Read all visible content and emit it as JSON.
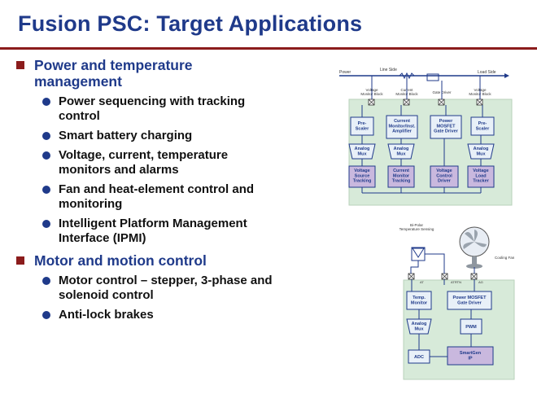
{
  "title": "Fusion PSC:  Target Applications",
  "bullets": [
    {
      "text": "Power and temperature management",
      "sub": [
        "Power sequencing with tracking control",
        "Smart battery charging",
        "Voltage, current, temperature monitors and alarms",
        "Fan and heat-element control and monitoring",
        "Intelligent Platform Management Interface (IPMI)"
      ]
    },
    {
      "text": "Motor and motion control",
      "sub": [
        "Motor control – stepper, 3-phase and solenoid control",
        "Anti-lock brakes"
      ]
    }
  ],
  "diagram1": {
    "labels": {
      "power": "Power",
      "line_side": "Line Side",
      "load_side": "Load Side",
      "vmb1": "Voltage\nMonitor Block",
      "cmb": "Current\nMonitor Block",
      "gate_driver": "Gate Driver",
      "vmb2": "Voltage\nMonitor Block"
    },
    "blocks": [
      "Pre-\nScaler",
      "Current\nMonitor/Inst.\nAmplifier",
      "Power\nMOSFET\nGate Driver",
      "Pre-\nScaler",
      "Analog\nMux",
      "Analog\nMux",
      "Analog\nMux",
      "Voltage\nSource\nTracking",
      "Current\nMonitor\nTracking",
      "Voltage\nControl\nDriver",
      "Voltage\nLoad\nTracker"
    ]
  },
  "diagram2": {
    "labels": {
      "sensor": "Bi-Polar\nTemperature Sensing",
      "fan": "Cooling Fan",
      "at": "AT",
      "attn": "ATRTN",
      "ag": "AG"
    },
    "blocks": [
      "Temp.\nMonitor",
      "Power MOSFET\nGate Driver",
      "Analog\nMux",
      "PWM",
      "ADC",
      "SmartGen\nIP"
    ]
  }
}
